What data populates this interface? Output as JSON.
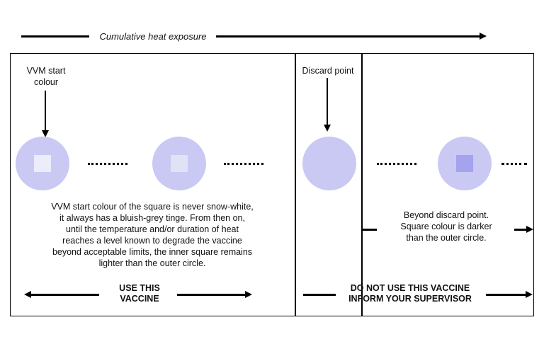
{
  "top_arrow_label": "Cumulative heat exposure",
  "labels": {
    "vvm_start": "VVM start\ncolour",
    "discard_point": "Discard point"
  },
  "descriptions": {
    "use_text": "VVM start colour of the square is never snow-white,\nit always has a bluish-grey tinge. From then on,\nuntil the temperature and/or duration of heat\nreaches a level known to degrade the vaccine\nbeyond acceptable limits, the inner square remains\nlighter than the outer circle.",
    "beyond_text": "Beyond discard point.\nSquare colour is darker\nthan the outer circle."
  },
  "instructions": {
    "use": "USE THIS\nVACCINE",
    "do_not_use": "DO NOT USE THIS VACCINE\nINFORM YOUR SUPERVISOR"
  },
  "colors": {
    "outer_circle": "#c9c9f4",
    "start_square": "#ececfa",
    "mid_square": "#e2e2f7",
    "discard_square": "#c9c9f4",
    "beyond_square": "#a3a3ee"
  }
}
